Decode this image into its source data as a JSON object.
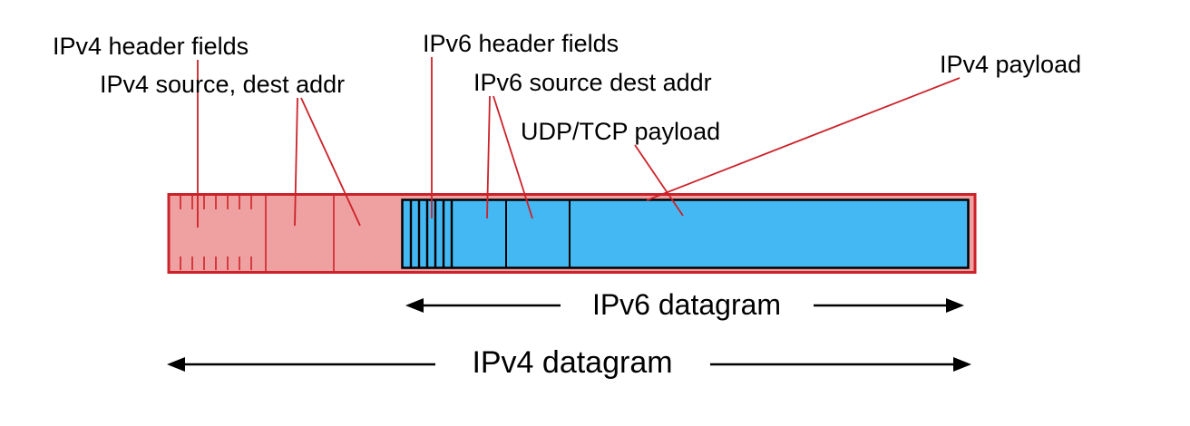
{
  "labels": {
    "ipv4_header_fields": "IPv4 header fields",
    "ipv4_source_dest": "IPv4 source, dest addr",
    "ipv6_header_fields": "IPv6 header fields",
    "ipv6_source_dest": "IPv6 source dest addr",
    "udp_tcp_payload": "UDP/TCP payload",
    "ipv4_payload": "IPv4 payload",
    "ipv6_datagram": "IPv6 datagram",
    "ipv4_datagram": "IPv4 datagram"
  },
  "colors": {
    "red": "#cc2229",
    "ipv4_fill": "#efa0a0",
    "ipv6_fill": "#44b8f2",
    "black": "#000000"
  }
}
